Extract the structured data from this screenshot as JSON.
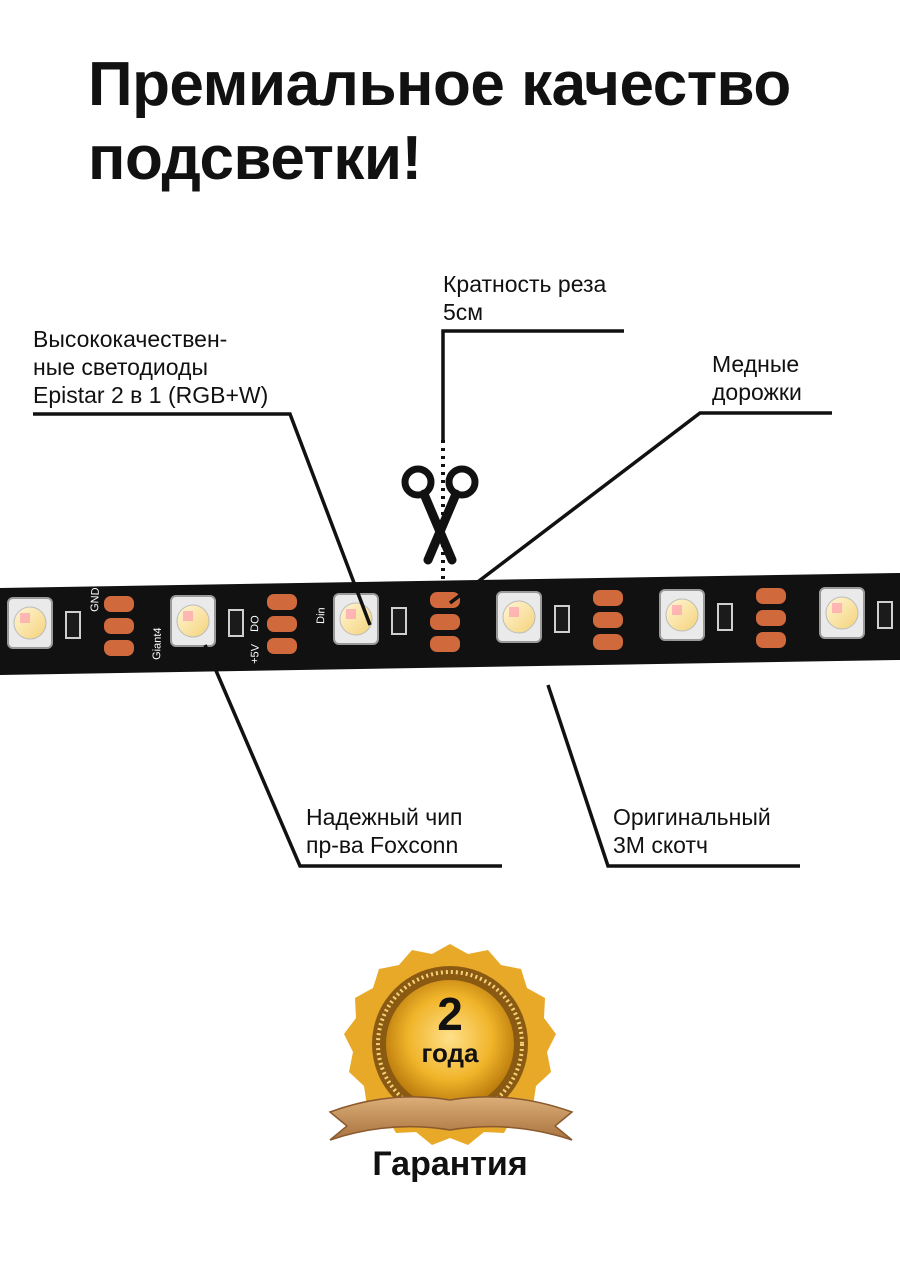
{
  "headline": "Премиальное качество подсветки!",
  "callouts": {
    "cut": "Кратность реза\n5см",
    "leds": "Высококачествен-\nные светодиоды\nEpistar 2 в 1 (RGB+W)",
    "copper": "Медные\nдорожки",
    "chip": "Надежный чип\nпр-ва Foxconn",
    "tape": "Оригинальный\n3M скотч"
  },
  "strip": {
    "brand": "Giant4",
    "marks": {
      "plus5v": "+5V",
      "do": "DO",
      "gnd": "GND",
      "din": "Din"
    }
  },
  "badge": {
    "years": "2",
    "unit": "года",
    "caption": "Гарантия"
  },
  "colors": {
    "strip": "#111111",
    "copper": "#d06a3c",
    "gold": "#e3a623",
    "ribbon": "#c8935a"
  }
}
